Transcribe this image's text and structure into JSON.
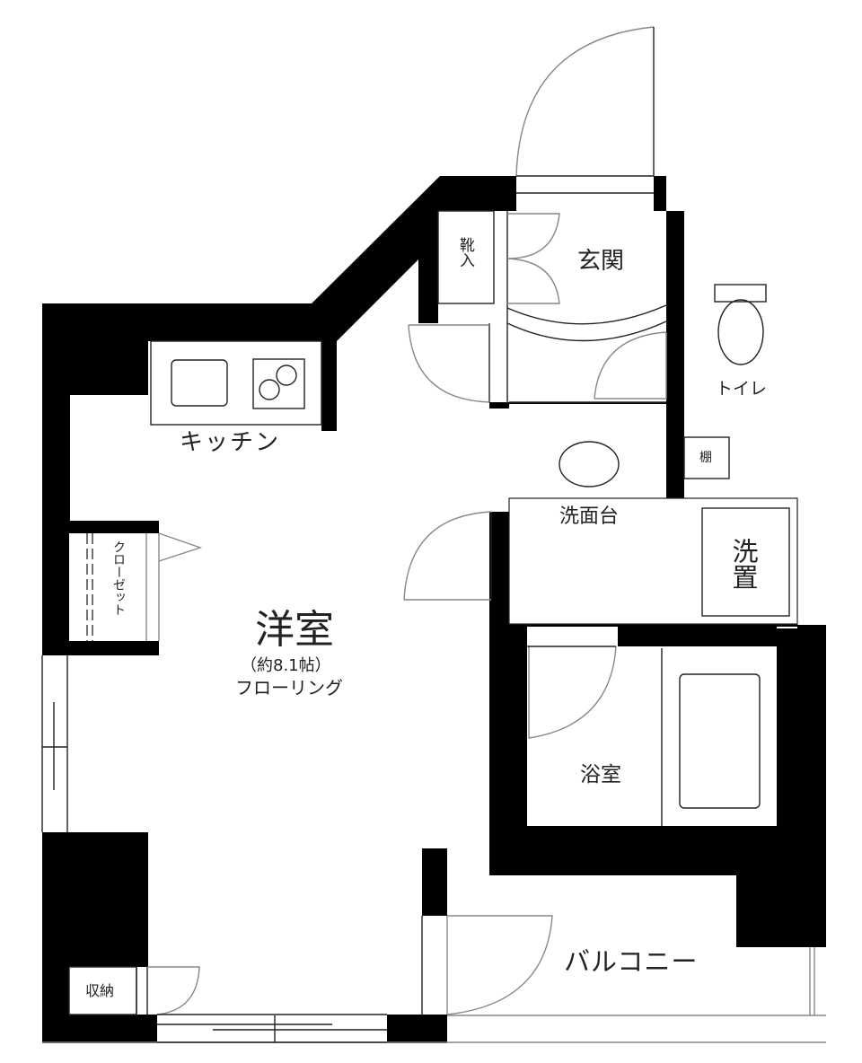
{
  "plan": {
    "rooms": {
      "main_room": {
        "name": "洋室",
        "size": "（約8.1帖）",
        "floor": "フローリング"
      },
      "kitchen": "キッチン",
      "closet": "クローゼット",
      "entrance": "玄関",
      "shoe_storage": "靴入",
      "toilet": "トイレ",
      "shelf": "棚",
      "washbasin": "洗面台",
      "washer_space": "洗置",
      "bathroom": "浴室",
      "balcony": "バルコニー",
      "storage": "収納"
    },
    "colors": {
      "wall": "#000000",
      "line": "#222222",
      "door_arc": "#888888",
      "background": "#ffffff"
    }
  }
}
